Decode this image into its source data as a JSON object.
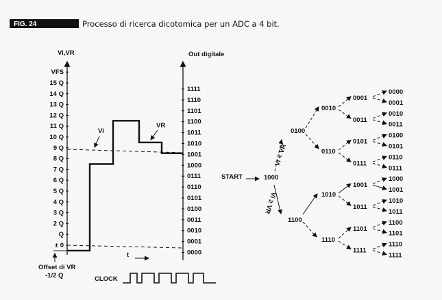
{
  "header": {
    "figure_label": "FIG. 24",
    "caption": "Processo di ricerca dicotomica per un ADC a 4 bit."
  },
  "left_chart": {
    "y_axis_title": "Vi,VR",
    "y_ticks": [
      "VFS",
      "15 Q",
      "14 Q",
      "13 Q",
      "12 Q",
      "11 Q",
      "10 Q",
      "9 Q",
      "8 Q",
      "7 Q",
      "6 Q",
      "5 Q",
      "4 Q",
      "3 Q",
      "2 Q",
      "Q",
      "± 0"
    ],
    "right_axis_title": "Out digitale",
    "right_ticks": [
      "1111",
      "1110",
      "1101",
      "1100",
      "1011",
      "1010",
      "1001",
      "1000",
      "0111",
      "0110",
      "0101",
      "0100",
      "0011",
      "0010",
      "0001",
      "0000"
    ],
    "vi_label": "Vi",
    "vr_label": "VR",
    "vi_level_q": 8.7,
    "vr_steps_q": [
      -0.5,
      7.5,
      11.5,
      9.5,
      8.5
    ],
    "offset_label_1": "Offset di VR",
    "offset_label_2": "-1/2 Q",
    "time_label": "t",
    "clock_label": "CLOCK"
  },
  "tree": {
    "start_label": "START",
    "root": "1000",
    "branch_up_label": "Vi < VR",
    "branch_down_label": "Vi ≥ VR",
    "level1": [
      "0100",
      "1100"
    ],
    "level2": [
      "0010",
      "0110",
      "1010",
      "1110"
    ],
    "level3": [
      "0001",
      "0011",
      "0101",
      "0111",
      "1001",
      "1011",
      "1101",
      "1111"
    ],
    "level4": [
      "0000",
      "0001",
      "0010",
      "0011",
      "0100",
      "0101",
      "0110",
      "0111",
      "1000",
      "1001",
      "1010",
      "1011",
      "1100",
      "1101",
      "1110",
      "1111"
    ]
  }
}
